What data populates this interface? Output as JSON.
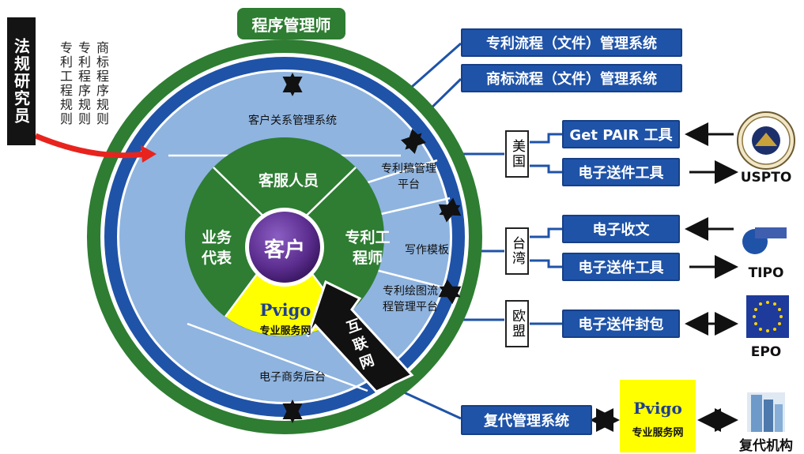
{
  "top_label": "程序管理师",
  "left_tab": "法规研究员",
  "rules": [
    "商标程序规则",
    "专利程序规则",
    "专利工程规则"
  ],
  "ring": {
    "top": "客户关系管理系统",
    "bottom": "电子商务后台",
    "right_top": "专利稿管理平台",
    "right_mid": "写作模板",
    "right_bottom": "专利绘图流程管理平台"
  },
  "inner": {
    "top": "客服人员",
    "left": "业务代表",
    "right": "专利工程师",
    "pvigo_brand": "Pvigo",
    "pvigo_sub": "专业服务网",
    "center": "客户",
    "internet": "互联网"
  },
  "systems": {
    "patent": "专利流程（文件）管理系统",
    "trademark": "商标流程（文件）管理系统",
    "fudai": "复代管理系统"
  },
  "regions": {
    "us": "美国",
    "tw": "台湾",
    "eu": "欧盟"
  },
  "tools": {
    "get_pair": "Get PAIR 工具",
    "us_send": "电子送件工具",
    "tw_receive": "电子收文",
    "tw_send": "电子送件工具",
    "eu_send": "电子送件封包"
  },
  "orgs": {
    "uspto": "USPTO",
    "tipo": "TIPO",
    "epo": "EPO",
    "fudai": "复代机构"
  },
  "colors": {
    "dark_green": "#2e7d32",
    "light_blue": "#8fb4e0",
    "dark_blue": "#1f53a8",
    "yellow": "#ffff00",
    "purple": "#5b2d8e",
    "red": "#e8231e"
  }
}
